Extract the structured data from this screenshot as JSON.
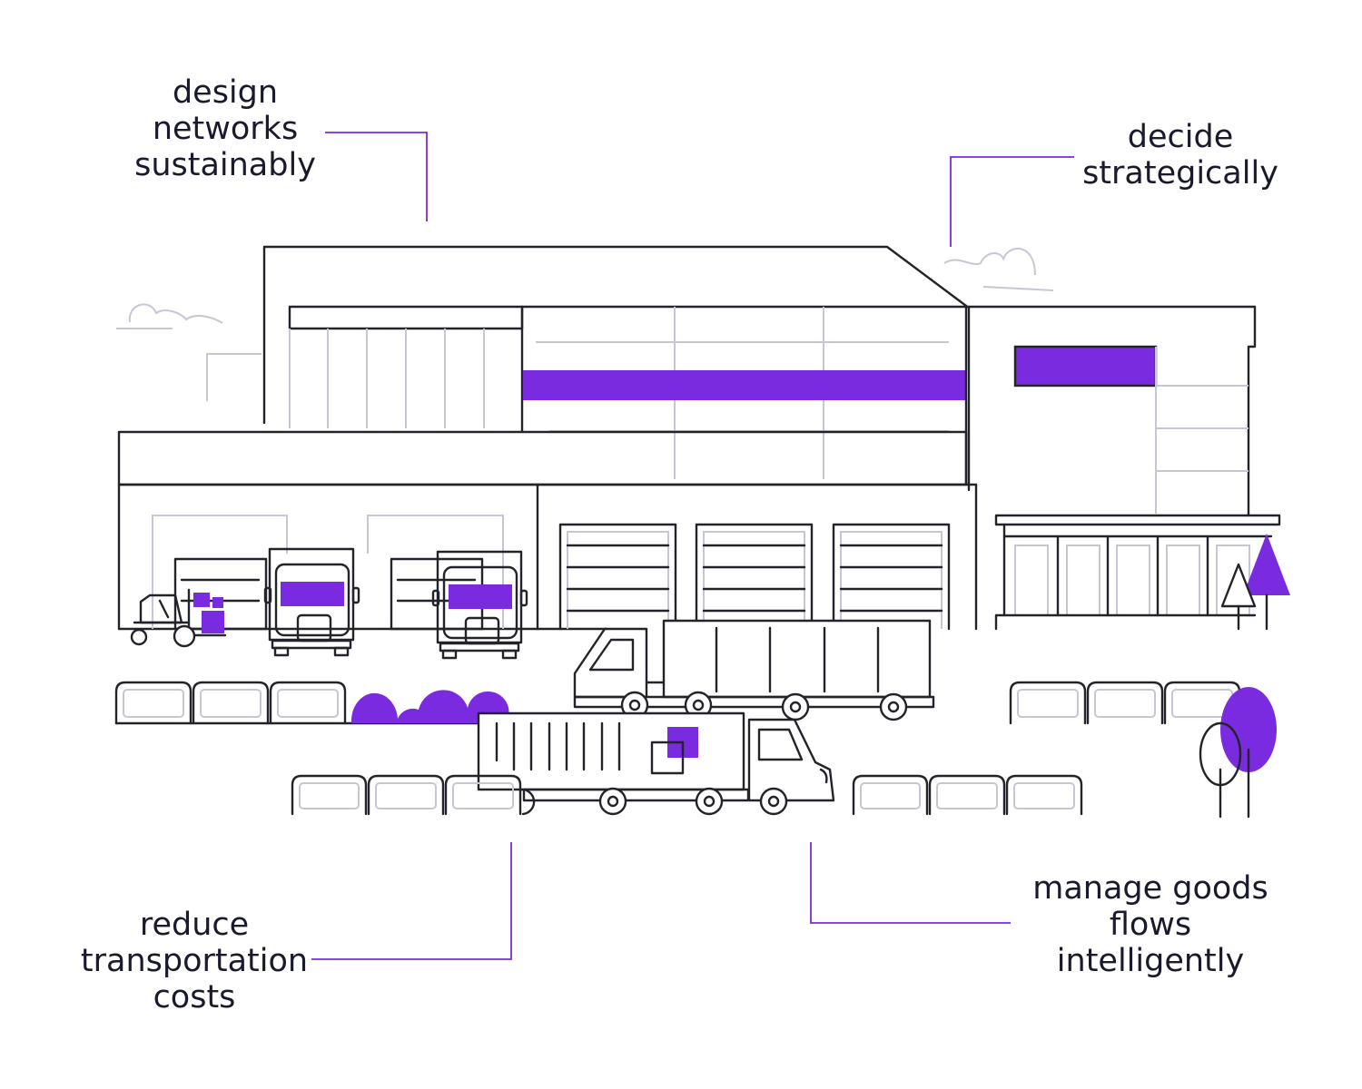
{
  "colors": {
    "accent": "#7a2adf",
    "ink": "#23232b",
    "soft_line": "#c8c6d6",
    "background": "#ffffff"
  },
  "icons": [
    "warehouse-building",
    "truck-front",
    "forklift",
    "semi-truck",
    "box-truck",
    "pine-tree",
    "round-tree",
    "shrub",
    "cloud"
  ],
  "labels": {
    "top_left": [
      "design",
      "networks",
      "sustainably"
    ],
    "top_right": [
      "decide",
      "strategically"
    ],
    "bottom_left": [
      "reduce",
      "transportation",
      "costs"
    ],
    "bottom_right": [
      "manage goods",
      "flows",
      "intelligently"
    ]
  }
}
